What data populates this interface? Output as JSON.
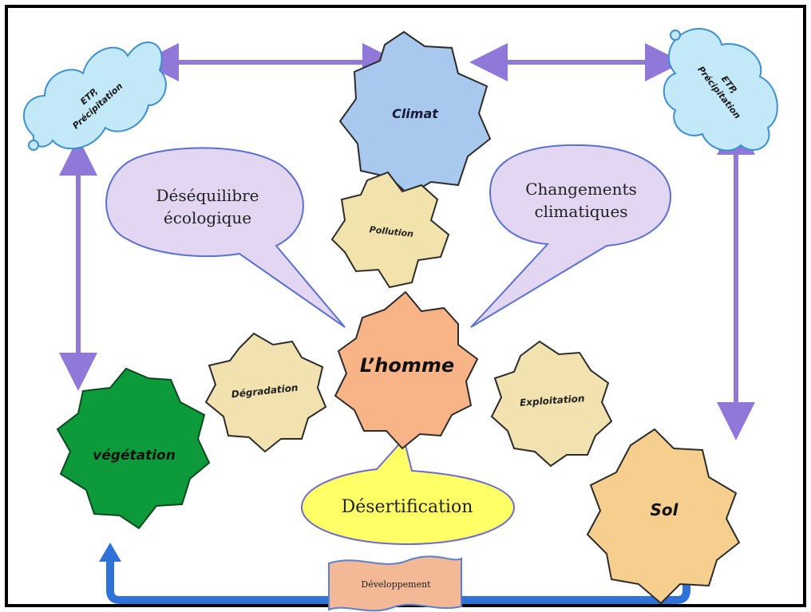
{
  "colors": {
    "climat_gear": "#a8c8ee",
    "pollution_gear": "#f2e3ad",
    "homme_gear": "#f8b387",
    "degradation_gear": "#f1e2b0",
    "exploitation_gear": "#f1e2b0",
    "vegetation_gear": "#0d9a3a",
    "sol_gear": "#f6cf8f",
    "cloud": "#c3e8f8",
    "bubble_violet": "#e2d6f2",
    "bubble_yellow": "#ffff66",
    "arrow_violet": "#8f78d8",
    "arrow_blue": "#2f73d8",
    "banner": "#f3b895"
  },
  "gears": {
    "climat": {
      "label": "Climat",
      "icon": "gear-icon"
    },
    "pollution": {
      "label": "Pollution",
      "icon": "gear-icon"
    },
    "homme": {
      "label": "L’homme",
      "icon": "gear-icon"
    },
    "degradation": {
      "label": "Dégradation",
      "icon": "gear-icon"
    },
    "exploitation": {
      "label": "Exploitation",
      "icon": "gear-icon"
    },
    "vegetation": {
      "label": "végétation",
      "icon": "gear-icon"
    },
    "sol": {
      "label": "Sol",
      "icon": "gear-icon"
    }
  },
  "clouds": {
    "left": {
      "line1": "ETP,",
      "line2": "Précipitation"
    },
    "right": {
      "line1": "ETP,",
      "line2": "Précipitation"
    }
  },
  "bubbles": {
    "desequilibre": {
      "line1": "Déséquilibre",
      "line2": "écologique"
    },
    "changements": {
      "line1": "Changements",
      "line2": "climatiques"
    },
    "desertification": {
      "label": "Désertification"
    }
  },
  "banner": {
    "label": "Développement"
  }
}
